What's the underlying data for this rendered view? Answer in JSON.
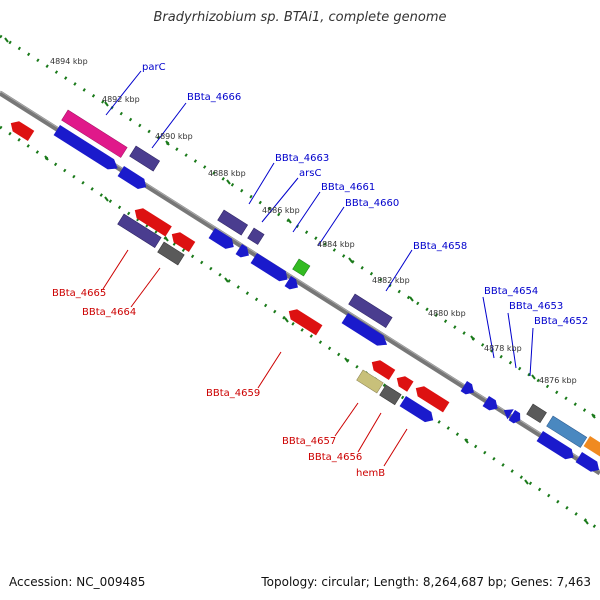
{
  "title": "Bradyrhizobium sp. BTAi1, complete genome",
  "footer": {
    "accession": "Accession: NC_009485",
    "summary": "Topology: circular; Length: 8,264,687 bp; Genes: 7,463"
  },
  "ticks": [
    "4894 kbp",
    "4892 kbp",
    "4890 kbp",
    "4888 kbp",
    "4886 kbp",
    "4884 kbp",
    "4882 kbp",
    "4880 kbp",
    "4878 kbp",
    "4876 kbp"
  ],
  "forward_labels": [
    "parC",
    "BBta_4666",
    "BBta_4663",
    "arsC",
    "BBta_4661",
    "BBta_4660",
    "BBta_4658",
    "BBta_4654",
    "BBta_4653",
    "BBta_4652"
  ],
  "reverse_labels": [
    "BBta_4665",
    "BBta_4664",
    "BBta_4659",
    "BBta_4657",
    "BBta_4656",
    "hemB"
  ],
  "colors": {
    "forward_label": "#0000cc",
    "reverse_label": "#cc0000",
    "backbone": "#888888",
    "tick_dots": "#1a7a1a",
    "cds_forward": "#1a1acc",
    "cds_reverse": "#dd1111",
    "cds_purple": "#4a3d8f",
    "cds_pink": "#e0198a",
    "cds_grey": "#5a5a5a",
    "cds_green": "#33bb22",
    "cds_khaki": "#c8c07a",
    "cds_lightblue": "#4a88c0",
    "cds_orange": "#f08a20"
  }
}
